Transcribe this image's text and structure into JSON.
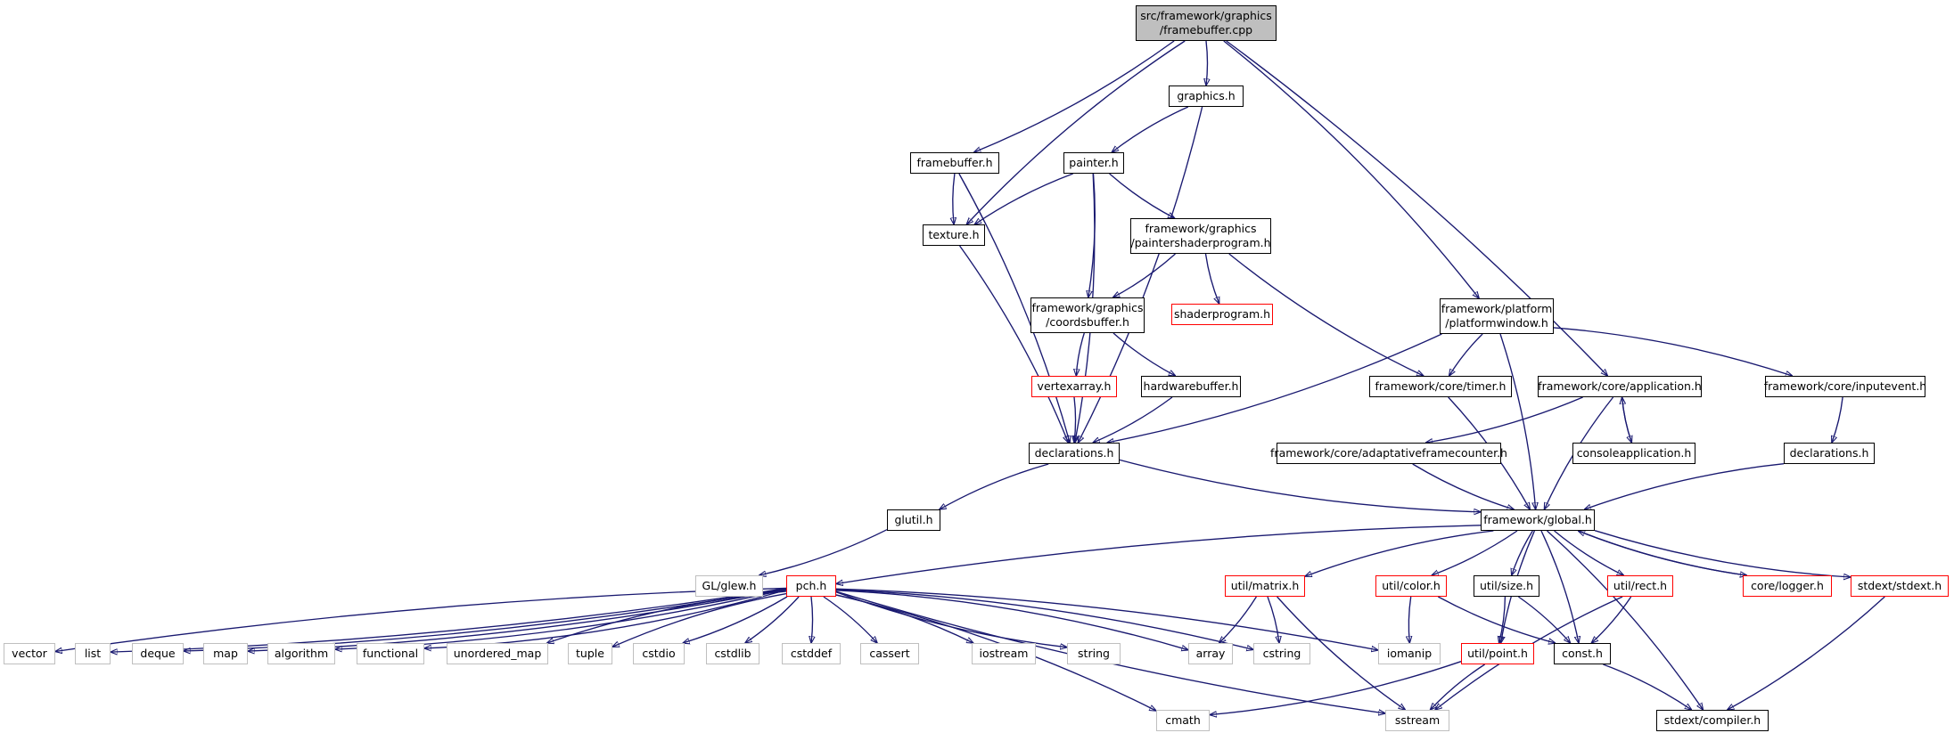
{
  "colors": {
    "edge": "#191970",
    "root_fill": "#bfbfbf",
    "border_normal": "#000000",
    "border_incomplete": "#ff0000",
    "border_external": "#bfbfbf"
  },
  "nodes": {
    "root": "src/framework/graphics\n/framebuffer.cpp",
    "graphics_h": "graphics.h",
    "framebuffer_h": "framebuffer.h",
    "painter_h": "painter.h",
    "texture_h": "texture.h",
    "paintershaderprogram_h": "framework/graphics\n/paintershaderprogram.h",
    "coordsbuffer_h": "framework/graphics\n/coordsbuffer.h",
    "shaderprogram_h": "shaderprogram.h",
    "platformwindow_h": "framework/platform\n/platformwindow.h",
    "vertexarray_h": "vertexarray.h",
    "hardwarebuffer_h": "hardwarebuffer.h",
    "timer_h": "framework/core/timer.h",
    "application_h": "framework/core/application.h",
    "inputevent_h": "framework/core/inputevent.h",
    "declarations_h": "declarations.h",
    "adaptativeframecounter_h": "framework/core/adaptativeframecounter.h",
    "consoleapplication_h": "consoleapplication.h",
    "declarations2_h": "declarations.h",
    "glutil_h": "glutil.h",
    "global_h": "framework/global.h",
    "glew_h": "GL/glew.h",
    "pch_h": "pch.h",
    "matrix_h": "util/matrix.h",
    "color_h": "util/color.h",
    "size_h": "util/size.h",
    "rect_h": "util/rect.h",
    "logger_h": "core/logger.h",
    "stdext_h": "stdext/stdext.h",
    "vector": "vector",
    "list": "list",
    "deque": "deque",
    "map": "map",
    "algorithm": "algorithm",
    "functional": "functional",
    "unordered_map": "unordered_map",
    "tuple": "tuple",
    "cstdio": "cstdio",
    "cstdlib": "cstdlib",
    "cstddef": "cstddef",
    "cassert": "cassert",
    "iostream": "iostream",
    "string": "string",
    "array": "array",
    "cstring": "cstring",
    "iomanip": "iomanip",
    "point_h": "util/point.h",
    "const_h": "const.h",
    "cmath": "cmath",
    "sstream": "sstream",
    "compiler_h": "stdext/compiler.h"
  },
  "edges": [
    [
      "root",
      "graphics_h"
    ],
    [
      "root",
      "framebuffer_h"
    ],
    [
      "root",
      "texture_h"
    ],
    [
      "root",
      "platformwindow_h"
    ],
    [
      "root",
      "application_h"
    ],
    [
      "graphics_h",
      "painter_h"
    ],
    [
      "graphics_h",
      "declarations_h"
    ],
    [
      "framebuffer_h",
      "texture_h"
    ],
    [
      "framebuffer_h",
      "declarations_h"
    ],
    [
      "painter_h",
      "texture_h"
    ],
    [
      "painter_h",
      "coordsbuffer_h"
    ],
    [
      "painter_h",
      "paintershaderprogram_h"
    ],
    [
      "painter_h",
      "declarations_h"
    ],
    [
      "texture_h",
      "declarations_h"
    ],
    [
      "paintershaderprogram_h",
      "coordsbuffer_h"
    ],
    [
      "paintershaderprogram_h",
      "shaderprogram_h"
    ],
    [
      "paintershaderprogram_h",
      "timer_h"
    ],
    [
      "coordsbuffer_h",
      "vertexarray_h"
    ],
    [
      "coordsbuffer_h",
      "hardwarebuffer_h"
    ],
    [
      "vertexarray_h",
      "declarations_h"
    ],
    [
      "hardwarebuffer_h",
      "declarations_h"
    ],
    [
      "platformwindow_h",
      "timer_h"
    ],
    [
      "platformwindow_h",
      "inputevent_h"
    ],
    [
      "platformwindow_h",
      "declarations_h"
    ],
    [
      "platformwindow_h",
      "global_h"
    ],
    [
      "timer_h",
      "global_h"
    ],
    [
      "application_h",
      "adaptativeframecounter_h"
    ],
    [
      "application_h",
      "consoleapplication_h"
    ],
    [
      "application_h",
      "global_h"
    ],
    [
      "consoleapplication_h",
      "application_h"
    ],
    [
      "inputevent_h",
      "declarations2_h"
    ],
    [
      "declarations2_h",
      "global_h"
    ],
    [
      "adaptativeframecounter_h",
      "global_h"
    ],
    [
      "declarations_h",
      "glutil_h"
    ],
    [
      "declarations_h",
      "global_h"
    ],
    [
      "glutil_h",
      "glew_h"
    ],
    [
      "global_h",
      "pch_h"
    ],
    [
      "global_h",
      "matrix_h"
    ],
    [
      "global_h",
      "color_h"
    ],
    [
      "global_h",
      "size_h"
    ],
    [
      "global_h",
      "rect_h"
    ],
    [
      "global_h",
      "logger_h"
    ],
    [
      "global_h",
      "stdext_h"
    ],
    [
      "global_h",
      "const_h"
    ],
    [
      "global_h",
      "point_h"
    ],
    [
      "global_h",
      "compiler_h"
    ],
    [
      "logger_h",
      "global_h"
    ],
    [
      "pch_h",
      "vector"
    ],
    [
      "pch_h",
      "list"
    ],
    [
      "pch_h",
      "deque"
    ],
    [
      "pch_h",
      "map"
    ],
    [
      "pch_h",
      "algorithm"
    ],
    [
      "pch_h",
      "functional"
    ],
    [
      "pch_h",
      "unordered_map"
    ],
    [
      "pch_h",
      "tuple"
    ],
    [
      "pch_h",
      "cstdio"
    ],
    [
      "pch_h",
      "cstdlib"
    ],
    [
      "pch_h",
      "cstddef"
    ],
    [
      "pch_h",
      "cassert"
    ],
    [
      "pch_h",
      "iostream"
    ],
    [
      "pch_h",
      "string"
    ],
    [
      "pch_h",
      "array"
    ],
    [
      "pch_h",
      "cstring"
    ],
    [
      "pch_h",
      "iomanip"
    ],
    [
      "pch_h",
      "cmath"
    ],
    [
      "pch_h",
      "sstream"
    ],
    [
      "matrix_h",
      "array"
    ],
    [
      "matrix_h",
      "cstring"
    ],
    [
      "matrix_h",
      "sstream"
    ],
    [
      "color_h",
      "iomanip"
    ],
    [
      "color_h",
      "const_h"
    ],
    [
      "size_h",
      "point_h"
    ],
    [
      "size_h",
      "const_h"
    ],
    [
      "rect_h",
      "const_h"
    ],
    [
      "rect_h",
      "sstream"
    ],
    [
      "point_h",
      "cmath"
    ],
    [
      "point_h",
      "sstream"
    ],
    [
      "const_h",
      "compiler_h"
    ],
    [
      "stdext_h",
      "compiler_h"
    ]
  ]
}
